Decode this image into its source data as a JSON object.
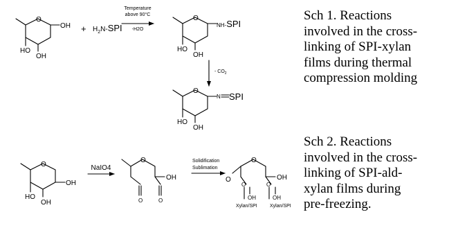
{
  "scheme1": {
    "caption": [
      "Sch 1. Reactions",
      "involved in the cross-",
      "linking of SPI-xylan",
      "films during thermal",
      "compression molding"
    ],
    "plus": "+",
    "reagent": {
      "prefix": "H",
      "sub": "2",
      "mid": "N-",
      "name": "SPI"
    },
    "condition": [
      "Temperature",
      "above 90°C",
      "-H2O"
    ],
    "co2": "- CO",
    "co2_sub": "2",
    "labels": {
      "oh": "OH",
      "ho": "HO",
      "nh": "NH-",
      "n": "N",
      "spi": "SPI"
    }
  },
  "scheme2": {
    "caption": [
      "Sch 2. Reactions",
      "involved in the cross-",
      "linking of SPI-ald-",
      "xylan films during",
      "pre-freezing."
    ],
    "reagent": "NaIO4",
    "condition": [
      "Solidification",
      "Sublimation"
    ],
    "labels": {
      "oh": "OH",
      "ho": "HO",
      "o": "O",
      "xylan_spi": "Xylan/SPI"
    }
  },
  "colors": {
    "ink": "#000000",
    "background": "#ffffff"
  }
}
